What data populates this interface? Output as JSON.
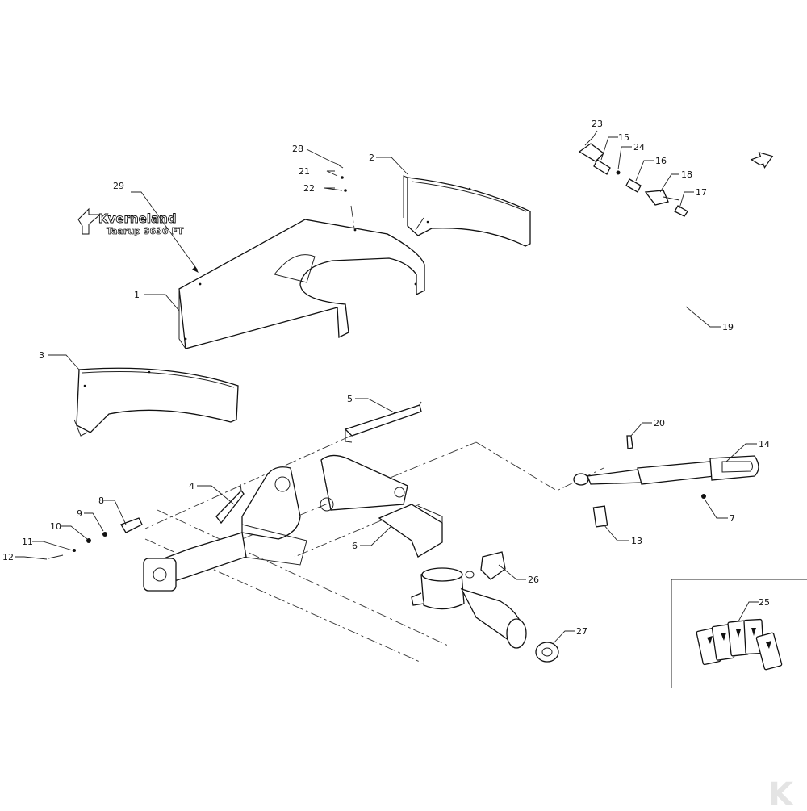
{
  "diagram": {
    "callouts": [
      {
        "id": "c1",
        "text": "1"
      },
      {
        "id": "c2",
        "text": "2"
      },
      {
        "id": "c3",
        "text": "3"
      },
      {
        "id": "c4",
        "text": "4"
      },
      {
        "id": "c5",
        "text": "5"
      },
      {
        "id": "c6",
        "text": "6"
      },
      {
        "id": "c7",
        "text": "7"
      },
      {
        "id": "c8",
        "text": "8"
      },
      {
        "id": "c9",
        "text": "9"
      },
      {
        "id": "c10",
        "text": "10"
      },
      {
        "id": "c11",
        "text": "11"
      },
      {
        "id": "c12",
        "text": "12"
      },
      {
        "id": "c13",
        "text": "13"
      },
      {
        "id": "c14",
        "text": "14"
      },
      {
        "id": "c15",
        "text": "15"
      },
      {
        "id": "c16",
        "text": "16"
      },
      {
        "id": "c17",
        "text": "17"
      },
      {
        "id": "c18",
        "text": "18"
      },
      {
        "id": "c19",
        "text": "19"
      },
      {
        "id": "c20",
        "text": "20"
      },
      {
        "id": "c21",
        "text": "21"
      },
      {
        "id": "c22",
        "text": "22"
      },
      {
        "id": "c23",
        "text": "23"
      },
      {
        "id": "c24",
        "text": "24"
      },
      {
        "id": "c25",
        "text": "25"
      },
      {
        "id": "c26",
        "text": "26"
      },
      {
        "id": "c27",
        "text": "27"
      },
      {
        "id": "c28",
        "text": "28"
      },
      {
        "id": "c29",
        "text": "29"
      }
    ],
    "decal": {
      "brand": "Kverneland",
      "model": "Taarup 3636 FT"
    },
    "watermark": {
      "text": "K"
    },
    "icons": {
      "direction_arrow": "direction-arrow-icon",
      "brand_mark": "kverneland-arrow-logo"
    },
    "colors": {
      "line": "#111111",
      "background": "#ffffff"
    }
  }
}
